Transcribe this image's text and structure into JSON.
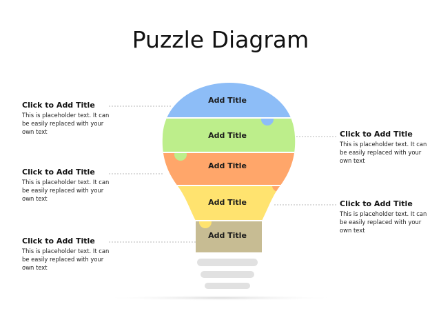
{
  "title": "Puzzle Diagram",
  "colors": {
    "band1": "#8dbdf7",
    "band2": "#bdee8b",
    "band3": "#ffa66a",
    "band4": "#ffe36f",
    "band5": "#c7bc93",
    "base_stripe": "#e1e1e1",
    "leader": "#a0a0a0"
  },
  "bands": [
    {
      "label": "Add Title"
    },
    {
      "label": "Add Title"
    },
    {
      "label": "Add Title"
    },
    {
      "label": "Add Title"
    },
    {
      "label": "Add Title"
    }
  ],
  "callouts": [
    {
      "title": "Click to Add Title",
      "body": "This is placeholder text. It can be easily replaced with your own text"
    },
    {
      "title": "Click to Add Title",
      "body": "This is placeholder text. It can be easily replaced with your own text"
    },
    {
      "title": "Click to Add Title",
      "body": "This is placeholder text. It can be easily replaced with your own text"
    },
    {
      "title": "Click to Add Title",
      "body": "This is placeholder text. It can be easily replaced with your own text"
    },
    {
      "title": "Click to Add Title",
      "body": "This is placeholder text. It can be easily replaced with your own text"
    }
  ]
}
